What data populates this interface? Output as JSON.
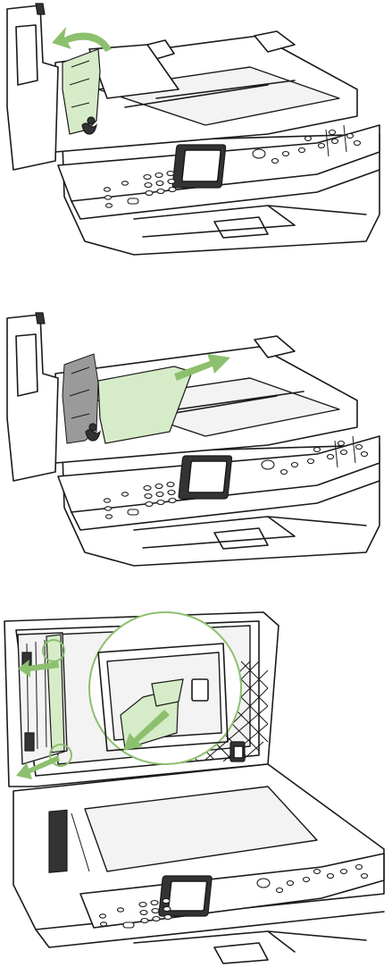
{
  "steps": [
    {
      "action": "lift-document-feeder-mechanism",
      "arrow": "curved-lift-arrow",
      "highlight_color": "#8cc06e"
    },
    {
      "action": "remove-jammed-page-from-document-feeder",
      "arrow": "straight-pull-arrow",
      "highlight_color": "#8cc06e"
    },
    {
      "action": "remove-jammed-paper-from-scanner-lid-and-check-rollers",
      "arrow": "pull-arrows",
      "highlight_color": "#8cc06e"
    }
  ],
  "colors": {
    "highlight": "#8cc06e",
    "highlight_fill": "#d6ecc8",
    "line": "#1a1a1a"
  }
}
